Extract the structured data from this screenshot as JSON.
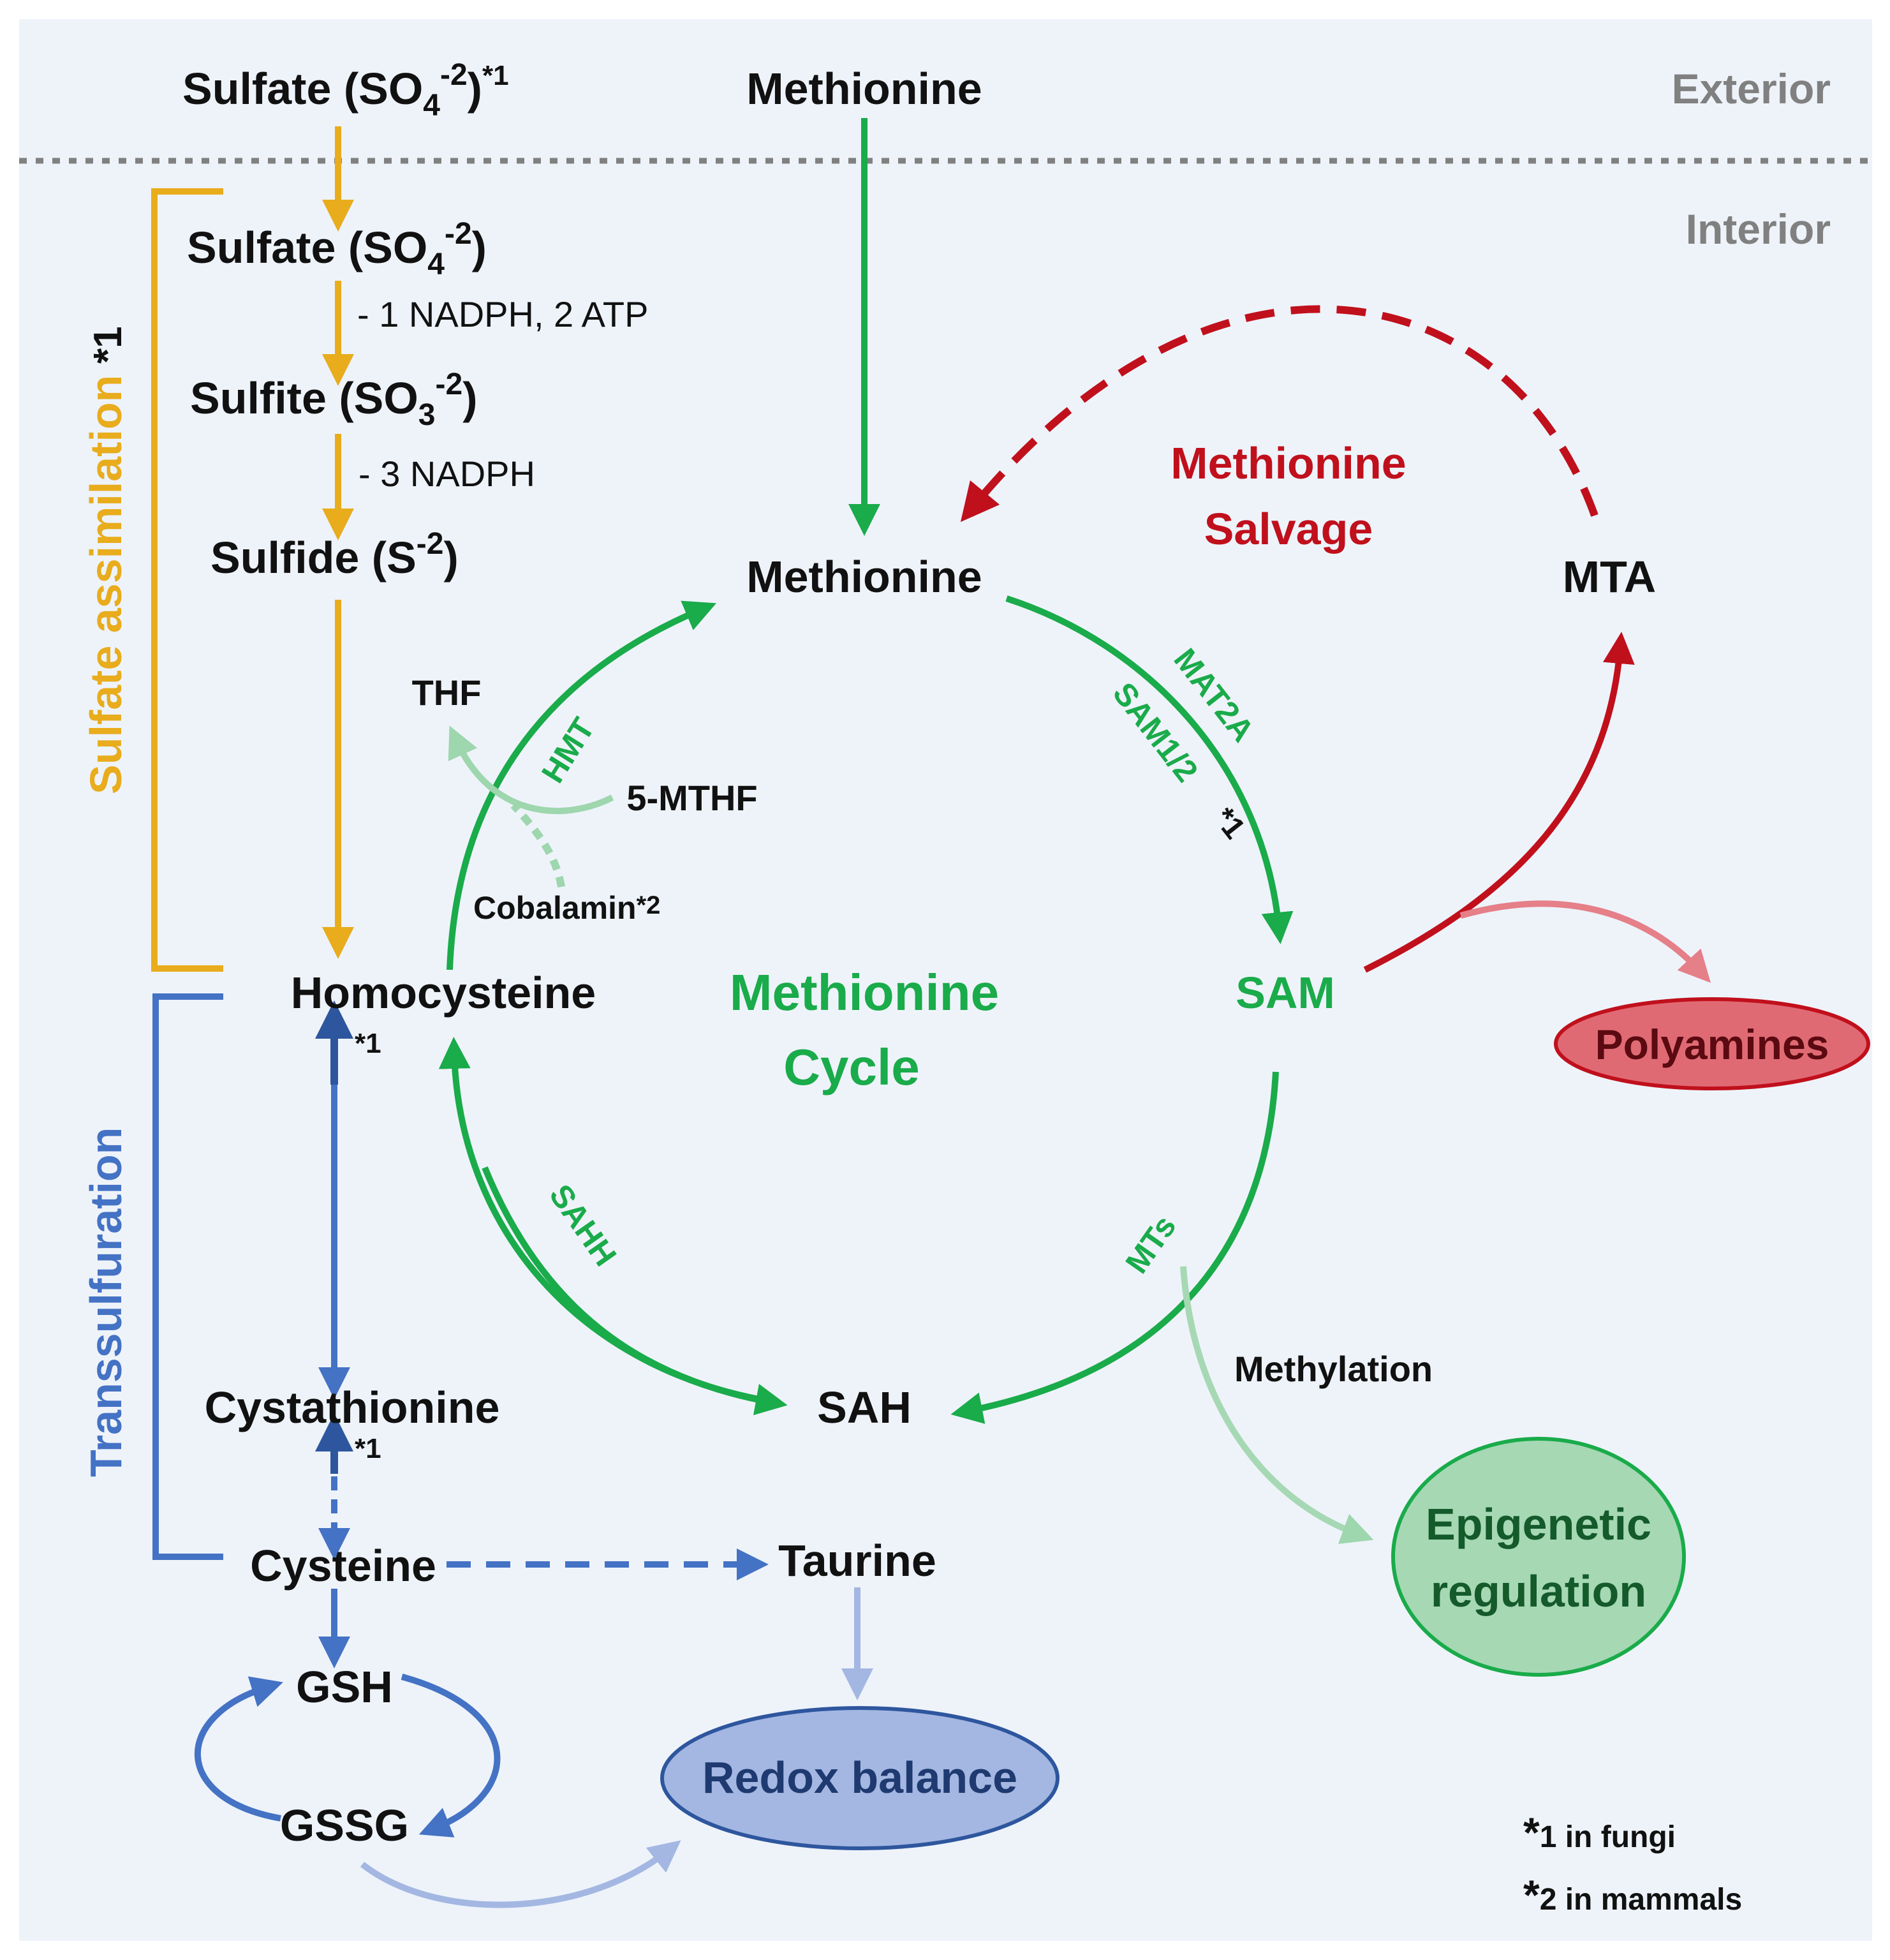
{
  "regions": {
    "exterior": "Exterior",
    "interior": "Interior"
  },
  "brackets": {
    "sulfate_assimilation": "Sulfate assimilation",
    "sulfate_assimilation_note": "*1",
    "transsulfuration": "Transsulfuration"
  },
  "nodes": {
    "sulfate_ext": "Sulfate (SO",
    "sulfate_ext_sub": "4",
    "sulfate_ext_sup": "-2",
    "sulfate_ext_close": ")",
    "sulfate_ext_note": "*1",
    "sulfate_int": "Sulfate (SO",
    "sulfate_int_sub": "4",
    "sulfate_int_sup": "-2",
    "sulfate_int_close": ")",
    "sulfite": "Sulfite (SO",
    "sulfite_sub": "3",
    "sulfite_sup": "-2",
    "sulfite_close": ")",
    "sulfide": "Sulfide (S",
    "sulfide_sup": "-2",
    "sulfide_close": ")",
    "homocysteine": "Homocysteine",
    "cystathionine": "Cystathionine",
    "cysteine": "Cysteine",
    "taurine": "Taurine",
    "gsh": "GSH",
    "gssg": "GSSG",
    "methionine_ext": "Methionine",
    "methionine": "Methionine",
    "sam": "SAM",
    "sah": "SAH",
    "mta": "MTA",
    "thf": "THF",
    "mthf": "5-MTHF",
    "cobalamin": "Cobalamin",
    "cobalamin_note": "*2"
  },
  "reactions": {
    "sulfate_to_sulfite": "- 1 NADPH, 2 ATP",
    "sulfite_to_sulfide": "- 3 NADPH",
    "homocysteine_note": "*1",
    "cystathionine_note": "*1"
  },
  "enzymes": {
    "hmt": "HMT",
    "mat2a": "MAT2A",
    "sam12": "SAM1/2",
    "sam12_note": "*1",
    "sahh": "SAHH",
    "mts": "MTs"
  },
  "cycles": {
    "methionine_cycle_line1": "Methionine",
    "methionine_cycle_line2": "Cycle",
    "salvage_line1": "Methionine",
    "salvage_line2": "Salvage"
  },
  "outcomes": {
    "polyamines": "Polyamines",
    "epigenetic_line1": "Epigenetic",
    "epigenetic_line2": "regulation",
    "redox": "Redox balance",
    "methylation": "Methylation"
  },
  "legend": {
    "note1_mark": "*",
    "note1": "1 in fungi",
    "note2_mark": "*",
    "note2": "2 in mammals"
  },
  "colors": {
    "background": "#eef3fa",
    "sulfate_path": "#e8ac1c",
    "transsulfuration": "#4472c4",
    "methionine_cycle": "#1aab4a",
    "salvage": "#c0101c",
    "polyamines_fill": "#e06a74",
    "epigenetic_fill": "#a6d8b4",
    "redox_fill": "#a3b7e2"
  }
}
